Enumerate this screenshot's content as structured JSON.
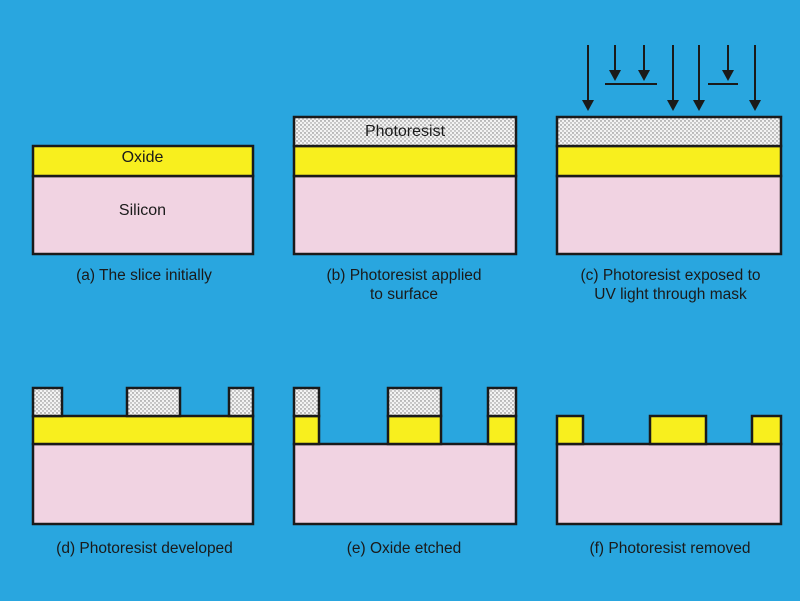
{
  "colors": {
    "background": "#29a6df",
    "oxide": "#f8ef1e",
    "silicon": "#f1d3e2",
    "photoresist": "#f3f3f3",
    "outline": "#1a1a1a"
  },
  "labels": {
    "oxide": "Oxide",
    "silicon": "Silicon",
    "photoresist": "Photoresist"
  },
  "steps": [
    {
      "id": "a",
      "caption_lines": [
        "(a) The slice initially"
      ]
    },
    {
      "id": "b",
      "caption_lines": [
        "(b) Photoresist applied",
        "to surface"
      ]
    },
    {
      "id": "c",
      "caption_lines": [
        "(c) Photoresist exposed to",
        "UV light through mask"
      ]
    },
    {
      "id": "d",
      "caption_lines": [
        "(d) Photoresist developed"
      ]
    },
    {
      "id": "e",
      "caption_lines": [
        "(e) Oxide etched"
      ]
    },
    {
      "id": "f",
      "caption_lines": [
        "(f) Photoresist removed"
      ]
    }
  ]
}
